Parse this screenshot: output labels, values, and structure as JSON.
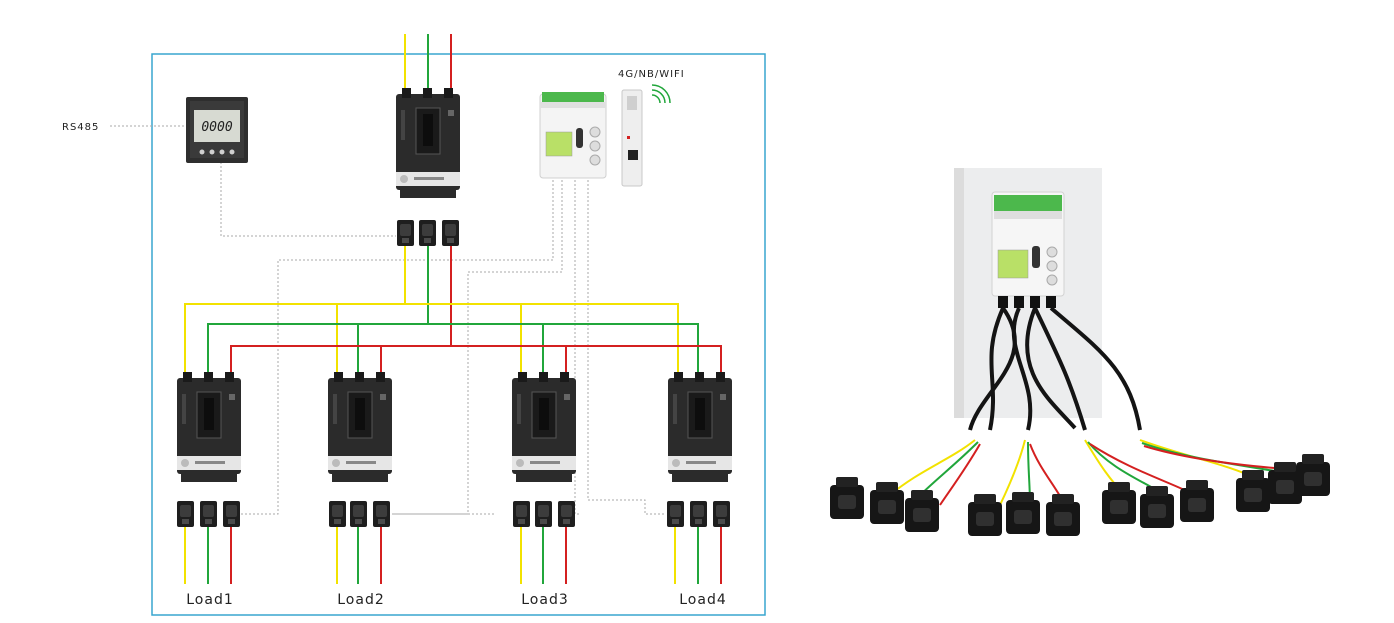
{
  "labels": {
    "rs485": "RS485",
    "wireless": "4G/NB/WIFI",
    "display_reading": "0000",
    "loads": [
      "Load1",
      "Load2",
      "Load3",
      "Load4"
    ]
  },
  "colors": {
    "phase_a": "#f2e200",
    "phase_b": "#21a63b",
    "phase_c": "#d42020",
    "frame": "#38a6cf",
    "comm_line": "#aaaaaa",
    "breaker_body": "#2b2b2b",
    "ct_body": "#1e1e1e",
    "lcd_screen": "#b9e067"
  },
  "icons": {
    "wireless": "wifi-signal-icon"
  }
}
